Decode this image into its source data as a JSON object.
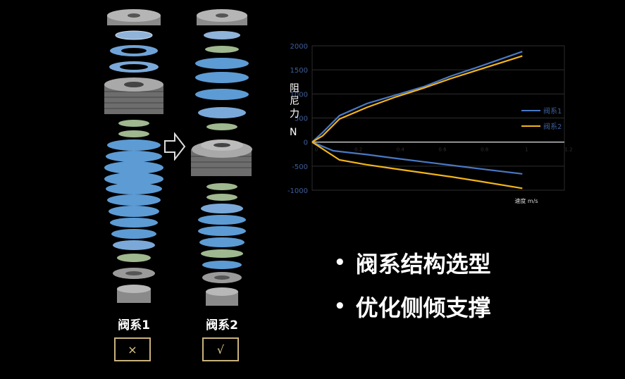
{
  "valves": [
    {
      "label": "阀系1",
      "verdict": "×"
    },
    {
      "label": "阀系2",
      "verdict": "√"
    }
  ],
  "bullets": [
    "阀系结构选型",
    "优化侧倾支撑"
  ],
  "colors": {
    "series1": "#4a78c4",
    "series2": "#f2b41a",
    "disc": "#5d9bd4",
    "verdict_border": "#c9b27c"
  },
  "chart_data": {
    "type": "line",
    "ylabel_chars": [
      "阻",
      "尼",
      "力"
    ],
    "ylabel_unit": "N",
    "xlabel": "速度 m/s",
    "xlim": [
      0,
      1.2
    ],
    "ylim": [
      -1000,
      2000
    ],
    "yticks": [
      "2000",
      "1500",
      "1000",
      "500",
      "0",
      "-500",
      "-1000"
    ],
    "xticks": [
      "0",
      "0.2",
      "0.4",
      "0.6",
      "0.8",
      "1",
      "1.2"
    ],
    "grid": true,
    "legend": "right",
    "series": [
      {
        "name": "阀系1",
        "color": "#4a78c4",
        "x": [
          0,
          0.05,
          0.13,
          0.26,
          0.4,
          0.53,
          0.66,
          0.79,
          1.0
        ],
        "y": [
          0,
          200,
          550,
          800,
          980,
          1150,
          1370,
          1560,
          1880
        ]
      },
      {
        "name": "阀系1",
        "color": "#4a78c4",
        "x": [
          0,
          0.1,
          0.26,
          0.4,
          0.53,
          0.66,
          0.79,
          1.0
        ],
        "y": [
          0,
          -180,
          -260,
          -340,
          -410,
          -480,
          -550,
          -660
        ]
      },
      {
        "name": "阀系2",
        "color": "#f2b41a",
        "x": [
          0,
          0.05,
          0.13,
          0.26,
          0.4,
          0.53,
          0.66,
          0.79,
          1.0
        ],
        "y": [
          0,
          130,
          480,
          720,
          940,
          1120,
          1320,
          1500,
          1790
        ]
      },
      {
        "name": "阀系2",
        "color": "#f2b41a",
        "x": [
          0,
          0.13,
          0.26,
          0.4,
          0.53,
          0.66,
          0.79,
          1.0
        ],
        "y": [
          0,
          -370,
          -470,
          -560,
          -640,
          -720,
          -810,
          -960
        ]
      }
    ]
  }
}
